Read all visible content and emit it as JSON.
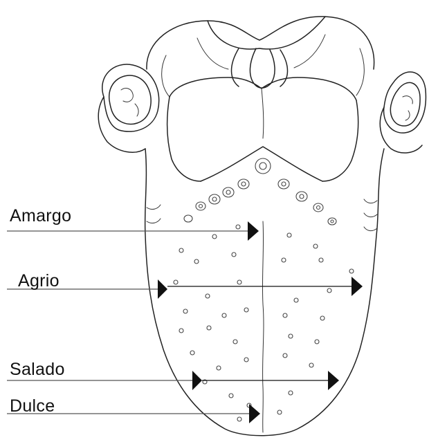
{
  "labels": {
    "amargo": "Amargo",
    "agrio": "Agrio",
    "salado": "Salado",
    "dulce": "Dulce"
  },
  "colors": {
    "line": "#222222",
    "arrow": "#111111",
    "background": "#ffffff"
  }
}
